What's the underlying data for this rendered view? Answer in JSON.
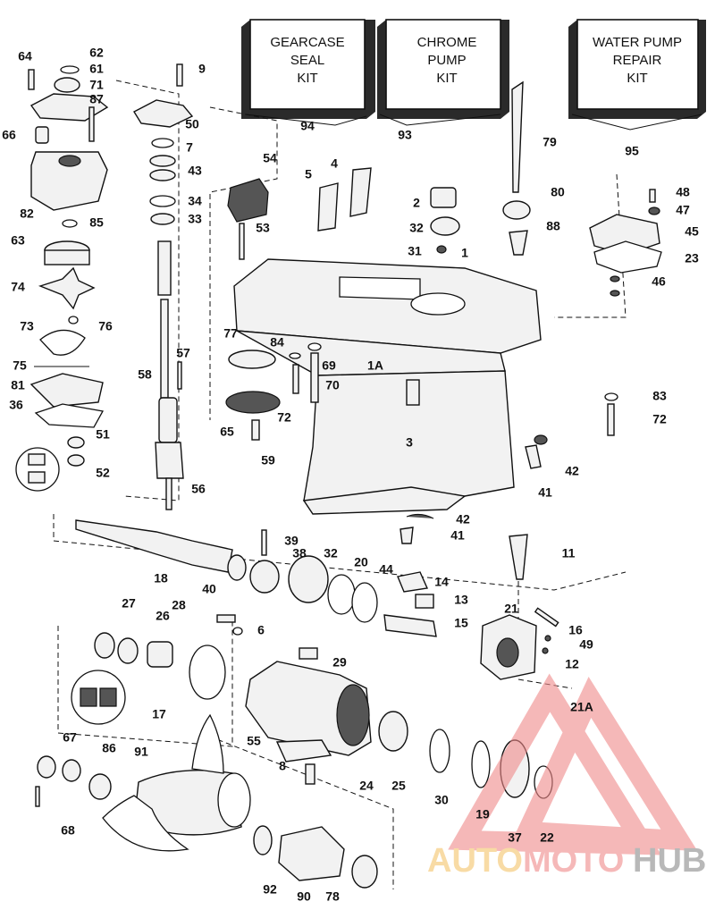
{
  "kits": [
    {
      "id": "gearcase-seal-kit",
      "lines": [
        "GEARCASE",
        "SEAL",
        "KIT"
      ],
      "callout": "94"
    },
    {
      "id": "chrome-pump-kit",
      "lines": [
        "CHROME",
        "PUMP",
        "KIT"
      ],
      "callout": "93"
    },
    {
      "id": "water-pump-repair-kit",
      "lines": [
        "WATER PUMP",
        "REPAIR",
        "KIT"
      ],
      "callout": "95"
    }
  ],
  "callouts": [
    "64",
    "62",
    "61",
    "71",
    "87",
    "66",
    "9",
    "50",
    "7",
    "43",
    "34",
    "33",
    "82",
    "85",
    "63",
    "74",
    "76",
    "73",
    "75",
    "81",
    "36",
    "51",
    "52",
    "58",
    "57",
    "56",
    "54",
    "53",
    "5",
    "4",
    "2",
    "32",
    "31",
    "1",
    "77",
    "84",
    "69",
    "70",
    "65",
    "72",
    "59",
    "1A",
    "3",
    "80",
    "79",
    "88",
    "48",
    "47",
    "45",
    "23",
    "46",
    "83",
    "72",
    "42",
    "41",
    "42",
    "41",
    "39",
    "18",
    "38",
    "32",
    "20",
    "44",
    "14",
    "13",
    "15",
    "40",
    "28",
    "6",
    "11",
    "16",
    "49",
    "12",
    "21",
    "21A",
    "27",
    "26",
    "17",
    "29",
    "55",
    "8",
    "24",
    "25",
    "30",
    "19",
    "37",
    "22",
    "67",
    "86",
    "91",
    "68",
    "92",
    "90",
    "78"
  ],
  "watermark": {
    "part_a": "AUTO",
    "part_b": "MOTO",
    "part_c": "HUB",
    "color_a": "#f5c46a",
    "color_b": "#f08a8a",
    "color_c": "#8a8a8a"
  }
}
